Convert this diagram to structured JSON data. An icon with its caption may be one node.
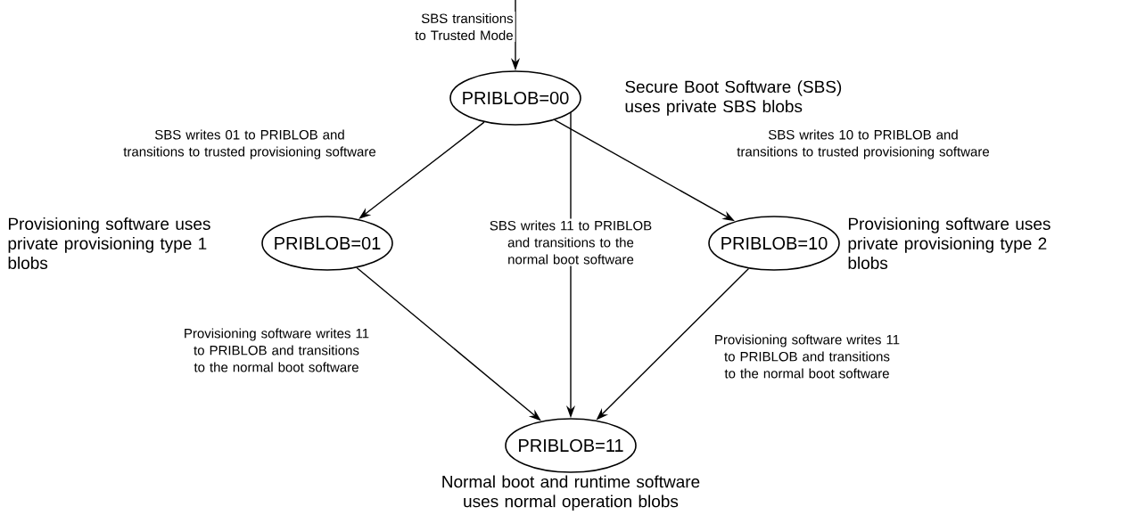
{
  "diagram": {
    "nodes": [
      {
        "text": [
          "PRIBLOB=00"
        ],
        "beside": [
          "Secure Boot Software (SBS) uses private SBS blobs"
        ]
      },
      {
        "text": [
          "PRIBLOB=01"
        ],
        "beside": [
          "Provisioning software uses private provisioning type 1 blobs"
        ]
      },
      {
        "text": [
          "PRIBLOB=10"
        ],
        "beside": [
          "Provisioning software uses private provisioning type 2 blobs"
        ]
      },
      {
        "text": [
          "PRIBLOB=11"
        ],
        "beside": [
          "Normal boot and runtime software uses normal operation blobs"
        ]
      }
    ],
    "edges": [
      {
        "from": null,
        "to": 0,
        "arrow": "to",
        "label": "SBS transitions to Trusted Mode"
      },
      {
        "from": 0,
        "to": 1,
        "arrow": "to",
        "label": "SBS writes 01 to PRIBLOB and transitions to trusted provisioning software"
      },
      {
        "from": 0,
        "to": 3,
        "arrow": "to",
        "label": "SBS writes 11 to PRIBLOB and transitions to the normal boot software"
      },
      {
        "from": 0,
        "to": 2,
        "arrow": "to",
        "label": "SBS writes 10 to PRIBLOB and transitions to trusted provisioning software"
      },
      {
        "from": 1,
        "to": 3,
        "arrow": "to",
        "label": "Provisioning software writes 11 to PRIBLOB and transitions to the normal boot software"
      },
      {
        "from": 2,
        "to": 3,
        "arrow": "to",
        "label": "Provisioning software writes 11 to PRIBLOB and transitions to the normal boot software"
      }
    ]
  }
}
